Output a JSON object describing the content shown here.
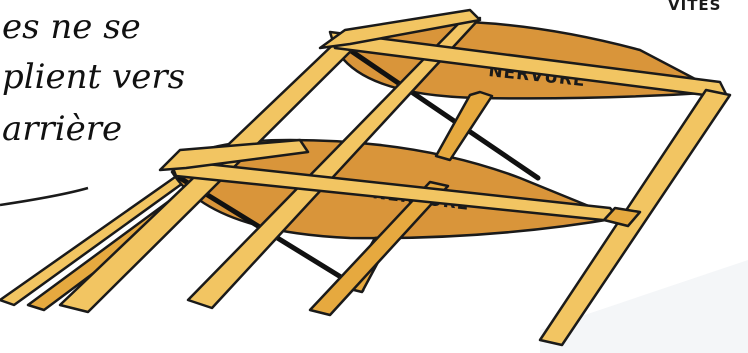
{
  "colors": {
    "wood_light": "#f2c562",
    "wood_mid": "#e6a93f",
    "rib_fill": "#d9953a",
    "rib_dark": "#c07a25",
    "outline": "#1a1a1a",
    "spar_dark": "#111111"
  },
  "caption": {
    "line1": "es ne se",
    "line2": "plient vers",
    "line3": "arrière"
  },
  "corner_text": "VITES",
  "labels": {
    "rib_top": "NERVURE",
    "rib_bottom": "NERVURE"
  }
}
